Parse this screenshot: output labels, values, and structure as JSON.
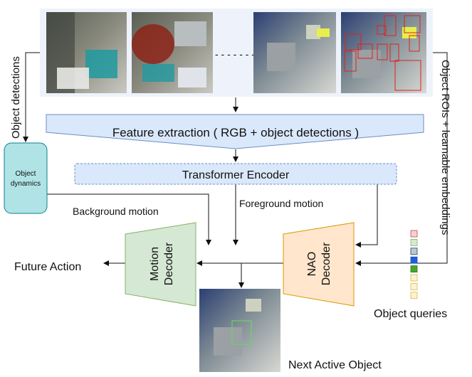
{
  "labels": {
    "object_detections": "Object detections",
    "object_rois": "Object ROIs + learnable embeddings",
    "feature_extraction": "Feature extraction ( RGB + object detections )",
    "transformer_encoder": "Transformer Encoder",
    "object_dynamics_line1": "Object",
    "object_dynamics_line2": "dynamics",
    "background_motion": "Background motion",
    "foreground_motion": "Foreground motion",
    "motion_decoder_line1": "Motion",
    "motion_decoder_line2": "Decoder",
    "nao_decoder_line1": "NAO",
    "nao_decoder_line2": "Decoder",
    "future_action": "Future Action",
    "next_active_object": "Next Active Object",
    "object_queries": "Object queries",
    "frame_ellipsis": "- - - - - - -"
  },
  "colors": {
    "frames_panel_bg": "#eef3fb",
    "feature_extraction_fill": "#dae8fc",
    "feature_extraction_stroke": "#6c8ebf",
    "object_dynamics_fill": "#b0e3e6",
    "object_dynamics_stroke": "#0e8088",
    "motion_decoder_fill": "#d5e8d4",
    "motion_decoder_stroke": "#82b366",
    "nao_decoder_fill": "#ffe6cc",
    "nao_decoder_stroke": "#d79b00",
    "detection_box": "#e02020",
    "nao_box": "#6bd36b"
  },
  "object_queries": [
    {
      "fill": "#f8cecc",
      "stroke": "#b85450"
    },
    {
      "fill": "#d5e8d4",
      "stroke": "#82b366"
    },
    {
      "fill": "#bac8d3",
      "stroke": "#23445d"
    },
    {
      "fill": "#1f5fdc",
      "stroke": "#1a4fb0"
    },
    {
      "fill": "#4aa52a",
      "stroke": "#2d7a1a"
    },
    {
      "fill": "#fff2cc",
      "stroke": "#d6b656"
    },
    {
      "fill": "#fff2cc",
      "stroke": "#d6b656"
    },
    {
      "fill": "#fff2cc",
      "stroke": "#d6b656"
    }
  ]
}
